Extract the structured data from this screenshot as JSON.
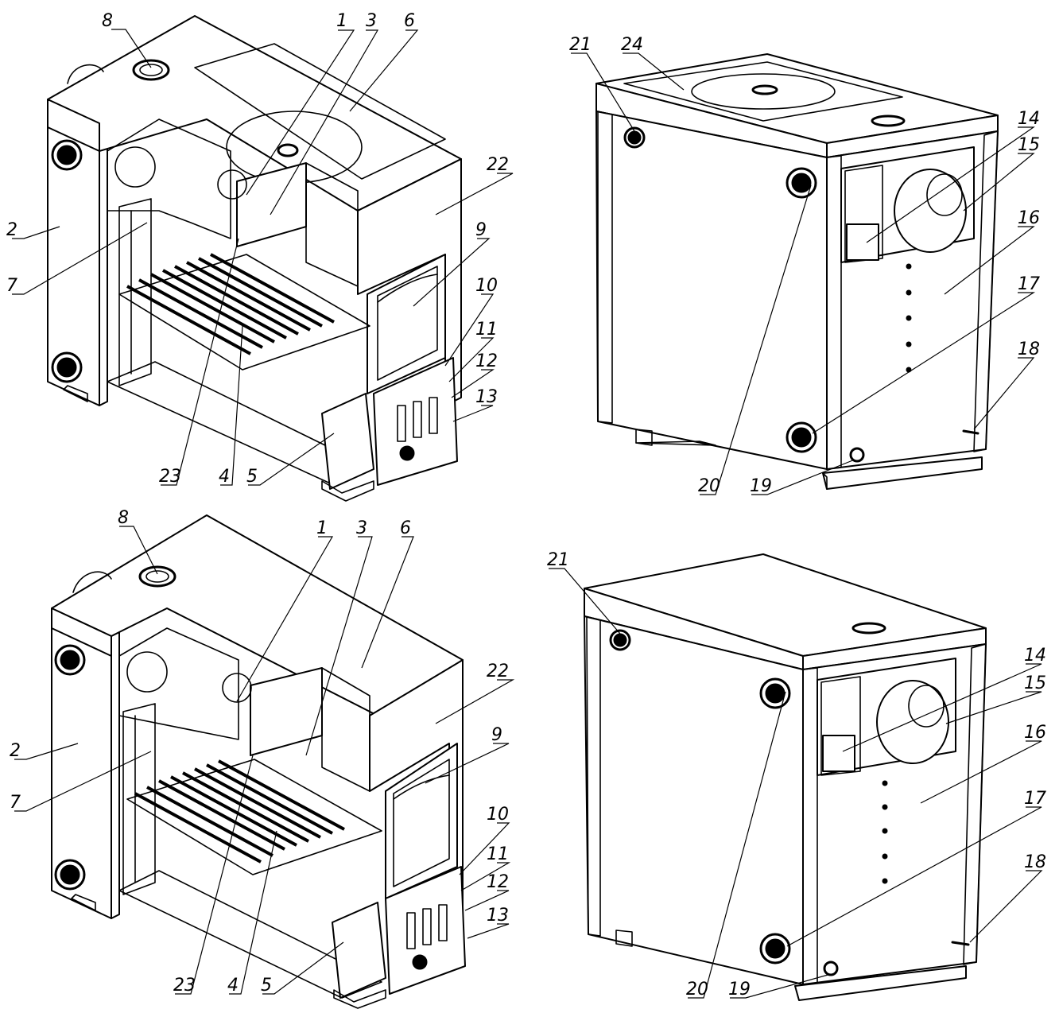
{
  "figure": {
    "views": [
      {
        "id": "top-left",
        "labels": [
          "8",
          "1",
          "3",
          "6",
          "22",
          "9",
          "2",
          "7",
          "10",
          "11",
          "12",
          "13",
          "23",
          "4",
          "5"
        ]
      },
      {
        "id": "top-right",
        "labels": [
          "21",
          "24",
          "14",
          "15",
          "16",
          "17",
          "18",
          "20",
          "19"
        ]
      },
      {
        "id": "bottom-left",
        "labels": [
          "8",
          "1",
          "3",
          "6",
          "22",
          "9",
          "2",
          "7",
          "10",
          "11",
          "12",
          "13",
          "23",
          "4",
          "5"
        ]
      },
      {
        "id": "bottom-right",
        "labels": [
          "21",
          "14",
          "15",
          "16",
          "17",
          "18",
          "20",
          "19"
        ]
      }
    ]
  },
  "style": {
    "line_color": "#000000",
    "background": "#ffffff"
  }
}
